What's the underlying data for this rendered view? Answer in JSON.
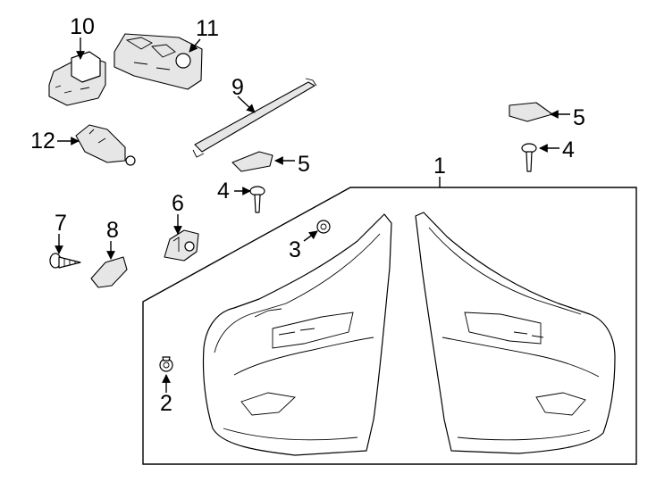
{
  "diagram": {
    "callouts": {
      "c1": "1",
      "c2": "2",
      "c3": "3",
      "c4a": "4",
      "c4b": "4",
      "c5a": "5",
      "c5b": "5",
      "c6": "6",
      "c7": "7",
      "c8": "8",
      "c9": "9",
      "c10": "10",
      "c11": "11",
      "c12": "12"
    }
  }
}
